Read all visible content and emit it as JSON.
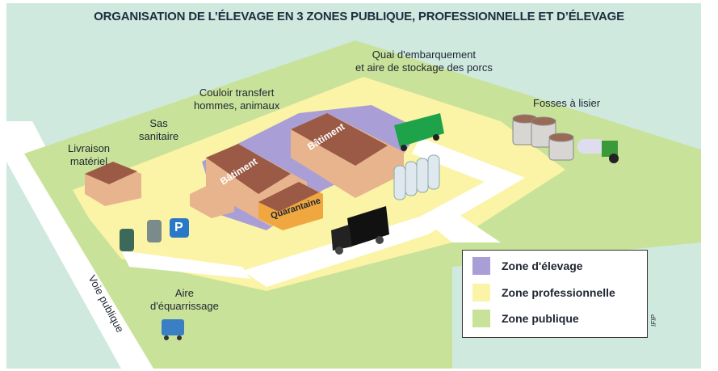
{
  "title": "ORGANISATION DE L’ÉLEVAGE EN 3 ZONES PUBLIQUE, PROFESSIONNELLE ET D’ÉLEVAGE",
  "labels": {
    "quai": [
      "Quai d'embarquement",
      "et aire de stockage des porcs"
    ],
    "couloir": [
      "Couloir transfert",
      "hommes, animaux"
    ],
    "sas": [
      "Sas",
      "sanitaire"
    ],
    "livraison": [
      "Livraison",
      "matériel"
    ],
    "fosses": "Fosses à lisier",
    "equarrissage": [
      "Aire",
      "d'équarrissage"
    ],
    "voie": "Voie publique"
  },
  "buildings": {
    "batiment1": "Bâtiment",
    "batiment2": "Bâtiment",
    "quarantaine": "Quarantaine",
    "parking": "P"
  },
  "legend": [
    {
      "label": "Zone d'élevage",
      "color": "#a99fd6"
    },
    {
      "label": "Zone professionnelle",
      "color": "#fbf3a6"
    },
    {
      "label": "Zone publique",
      "color": "#c9e29a"
    }
  ],
  "credit": "IFIP",
  "colors": {
    "background": "#cfe9df",
    "road": "#ffffff",
    "roof": "#9a5a45",
    "wall": "#e8b48e"
  }
}
